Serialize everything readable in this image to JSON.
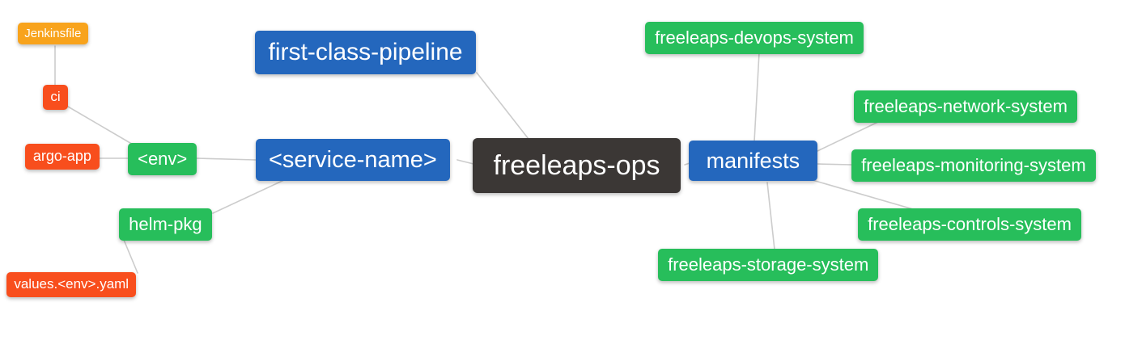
{
  "palette": {
    "orange": "#F8A31C",
    "red": "#F84E1D",
    "green": "#27BE5B",
    "blue": "#2467BD",
    "dark": "#3B3735",
    "edge": "#CCCCCC",
    "text": "#FFFFFF",
    "background": "#FFFFFF"
  },
  "nodes": [
    {
      "id": "jenkinsfile",
      "label": "Jenkinsfile",
      "color": "orange"
    },
    {
      "id": "ci",
      "label": "ci",
      "color": "red"
    },
    {
      "id": "argo-app",
      "label": "argo-app",
      "color": "red"
    },
    {
      "id": "env",
      "label": "<env>",
      "color": "green"
    },
    {
      "id": "helm-pkg",
      "label": "helm-pkg",
      "color": "green"
    },
    {
      "id": "values-env-yaml",
      "label": "values.<env>.yaml",
      "color": "red"
    },
    {
      "id": "first-class-pipeline",
      "label": "first-class-pipeline",
      "color": "blue"
    },
    {
      "id": "service-name",
      "label": "<service-name>",
      "color": "blue"
    },
    {
      "id": "freeleaps-ops",
      "label": "freeleaps-ops",
      "color": "dark"
    },
    {
      "id": "manifests",
      "label": "manifests",
      "color": "blue"
    },
    {
      "id": "freeleaps-devops-system",
      "label": "freeleaps-devops-system",
      "color": "green"
    },
    {
      "id": "freeleaps-network-system",
      "label": "freeleaps-network-system",
      "color": "green"
    },
    {
      "id": "freeleaps-monitoring-system",
      "label": "freeleaps-monitoring-system",
      "color": "green"
    },
    {
      "id": "freeleaps-controls-system",
      "label": "freeleaps-controls-system",
      "color": "green"
    },
    {
      "id": "freeleaps-storage-system",
      "label": "freeleaps-storage-system",
      "color": "green"
    }
  ],
  "edges": [
    {
      "from": "jenkinsfile",
      "to": "ci"
    },
    {
      "from": "ci",
      "to": "env"
    },
    {
      "from": "argo-app",
      "to": "env"
    },
    {
      "from": "env",
      "to": "service-name"
    },
    {
      "from": "values-env-yaml",
      "to": "helm-pkg"
    },
    {
      "from": "helm-pkg",
      "to": "service-name"
    },
    {
      "from": "first-class-pipeline",
      "to": "freeleaps-ops"
    },
    {
      "from": "service-name",
      "to": "freeleaps-ops"
    },
    {
      "from": "freeleaps-ops",
      "to": "manifests"
    },
    {
      "from": "manifests",
      "to": "freeleaps-devops-system"
    },
    {
      "from": "manifests",
      "to": "freeleaps-network-system"
    },
    {
      "from": "manifests",
      "to": "freeleaps-monitoring-system"
    },
    {
      "from": "manifests",
      "to": "freeleaps-controls-system"
    },
    {
      "from": "manifests",
      "to": "freeleaps-storage-system"
    }
  ]
}
